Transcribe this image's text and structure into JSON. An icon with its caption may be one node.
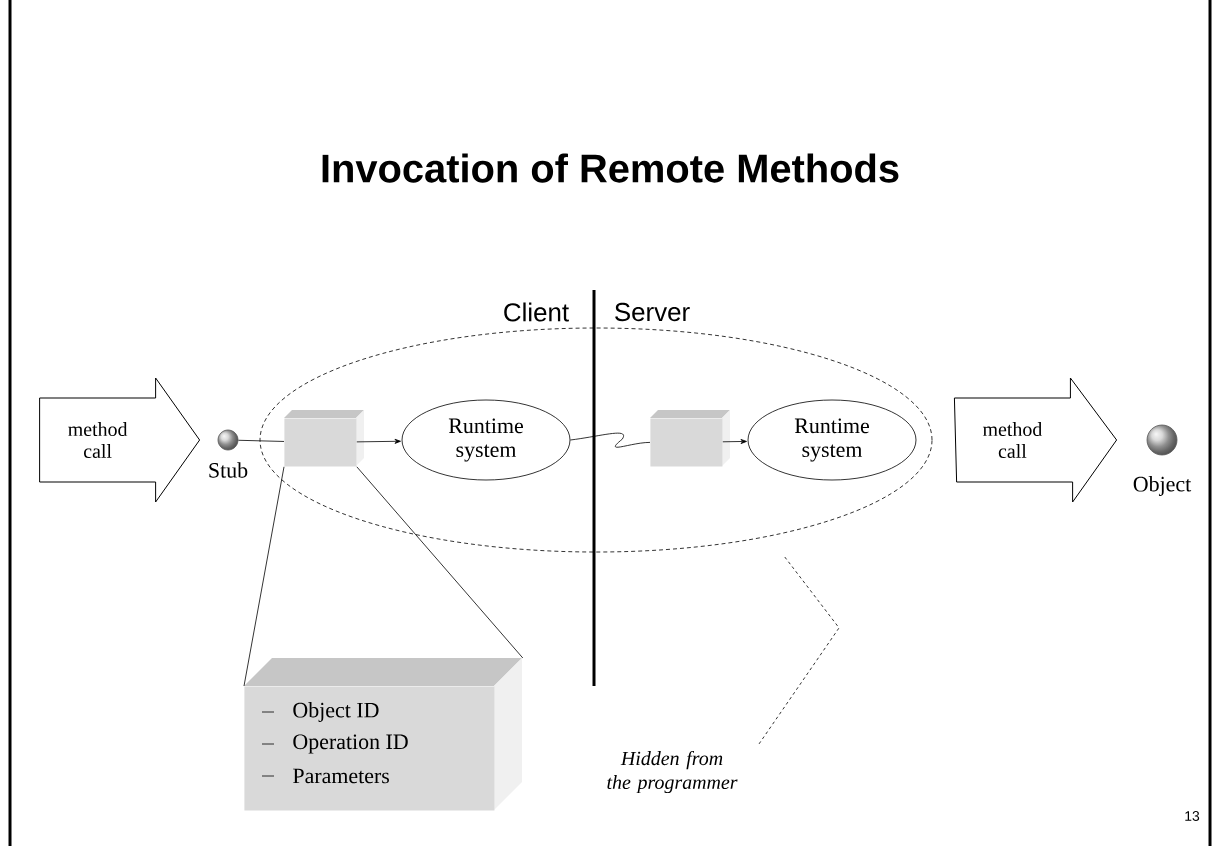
{
  "diagram": {
    "title": "Invocation of Remote Methods",
    "nodes": [
      {
        "text": [],
        "shape": "circle",
        "beside": [
          "Stub"
        ]
      },
      {
        "text": [],
        "shape": "ellipse"
      },
      {
        "text": [],
        "shape": "box",
        "in": 1
      },
      {
        "text": [
          "Runtime system"
        ],
        "in": 1
      },
      {
        "text": [],
        "shape": "box",
        "in": 1
      },
      {
        "text": [
          "Runtime system"
        ],
        "in": 1
      },
      {
        "text": [],
        "shape": "circle",
        "beside": [
          "Object"
        ]
      },
      {
        "text": [
          "Object ID",
          "Operation ID",
          "Parameters"
        ]
      },
      {
        "text": [
          "Hidden from the programmer"
        ]
      }
    ],
    "edges": [
      {
        "from": null,
        "to": 0,
        "arrow": "to",
        "label": "method call",
        "style": "thick"
      },
      {
        "from": 0,
        "to": 2,
        "arrow": "none"
      },
      {
        "from": 2,
        "to": 3,
        "arrow": "to"
      },
      {
        "from": 3,
        "to": 4,
        "arrow": "none"
      },
      {
        "from": 4,
        "to": 5,
        "arrow": "to"
      },
      {
        "from": 5,
        "to": 6,
        "arrow": "to",
        "label": "method call",
        "style": "thick"
      },
      {
        "from": 7,
        "to": 2,
        "arrow": "none"
      },
      {
        "from": 7,
        "to": 2,
        "arrow": "none"
      },
      {
        "from": 8,
        "to": 1,
        "arrow": "none",
        "style": "dashed"
      }
    ],
    "labels": [
      "Client",
      "Server",
      "13"
    ]
  }
}
